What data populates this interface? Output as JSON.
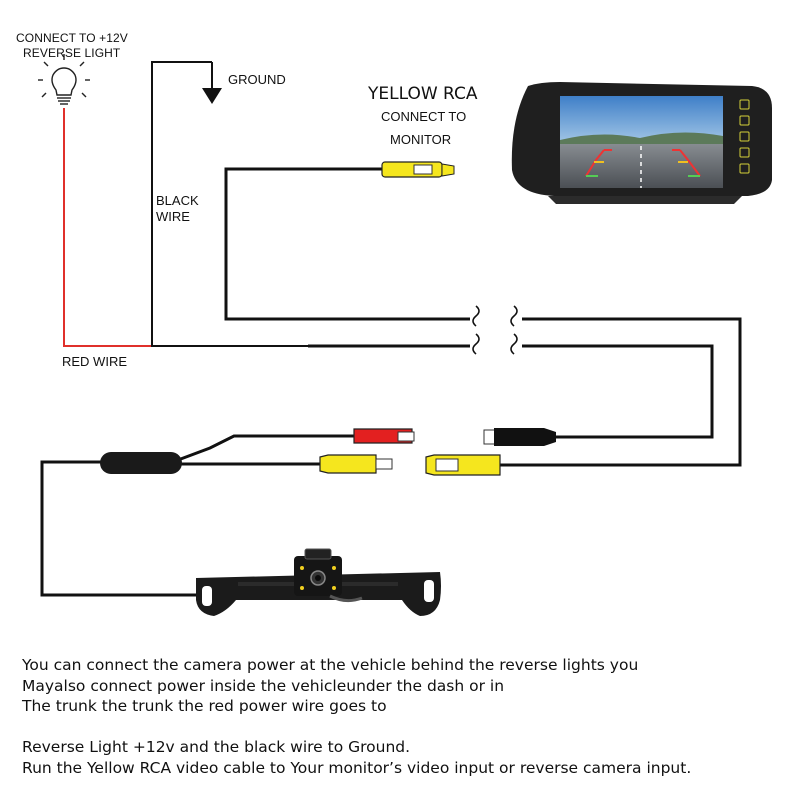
{
  "labels": {
    "power_source_line1": "CONNECT TO +12V",
    "power_source_line2": "REVERSE LIGHT",
    "ground": "GROUND",
    "yellow_rca_title": "YELLOW RCA",
    "yellow_rca_line2": "CONNECT TO",
    "yellow_rca_line3": "MONITOR",
    "black_wire_line1": "BLACK",
    "black_wire_line2": "WIRE",
    "red_wire": "RED WIRE"
  },
  "colors": {
    "wire_black": "#111111",
    "wire_red": "#e0302b",
    "connector_yellow": "#f5e61e",
    "connector_red": "#e32020",
    "connector_black": "#111111",
    "plate_black": "#1b1b1b",
    "monitor_body": "#1f1f1f"
  },
  "caption": {
    "line1": "You can connect the camera power at the vehicle behind the reverse lights you",
    "line2": "Mayalso connect power inside the vehicleunder the dash or in",
    "line3": "The trunk the trunk  the red power wire goes to",
    "line4": "",
    "line5": "Reverse Light +12v and the black wire to Ground.",
    "line6": "Run the Yellow RCA video cable to Your monitor’s video input or reverse camera input."
  }
}
